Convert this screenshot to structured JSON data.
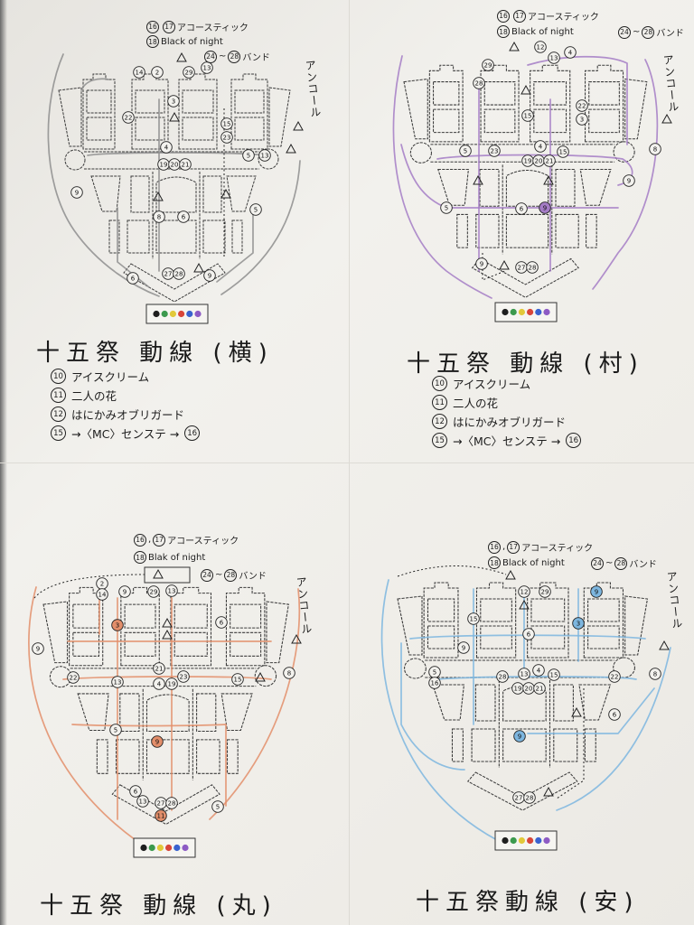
{
  "member_colors": [
    "#1f1f1f",
    "#3c9a4e",
    "#e2c93a",
    "#d8463a",
    "#3a62cf",
    "#8d5bc4"
  ],
  "panels": [
    {
      "route_color": "#8e8e8e",
      "header": {
        "acoustic": {
          "nums": [
            "16",
            "17"
          ],
          "sep": "",
          "text": "アコースティック"
        },
        "bon": {
          "num": "18",
          "text": "Black of night"
        },
        "band": {
          "from": "24",
          "tilde": "~",
          "to": "28",
          "text": "バンド"
        }
      },
      "encore": "アンコール",
      "title": "十五祭 動線 (横)",
      "legend": [
        {
          "num": "10",
          "text": "アイスクリーム"
        },
        {
          "num": "11",
          "text": "二人の花"
        },
        {
          "num": "12",
          "text": "はにかみオブリガード"
        },
        {
          "num": "15",
          "text": "→〈MC〉センステ →",
          "end_num": "16"
        }
      ],
      "markers": [
        "14",
        "2",
        "29",
        "13",
        "3",
        "22",
        "15",
        "23",
        "4",
        "5",
        "13",
        "19",
        "20",
        "21",
        "9",
        "8",
        "6",
        "5",
        "6",
        "27",
        "28",
        "9"
      ]
    },
    {
      "route_color": "#a57cc6",
      "header": {
        "acoustic": {
          "nums": [
            "16",
            "17"
          ],
          "sep": "",
          "text": "アコースティック"
        },
        "bon": {
          "num": "18",
          "text": "Black of night"
        },
        "band": {
          "from": "24",
          "tilde": "~",
          "to": "28",
          "text": "バンド"
        }
      },
      "encore": "アンコール",
      "title": "十五祭 動線 (村)",
      "legend": [
        {
          "num": "10",
          "text": "アイスクリーム"
        },
        {
          "num": "11",
          "text": "二人の花"
        },
        {
          "num": "12",
          "text": "はにかみオブリガード"
        },
        {
          "num": "15",
          "text": "→〈MC〉センステ →",
          "end_num": "16"
        }
      ],
      "markers": [
        "12",
        "13",
        "4",
        "29",
        "28",
        "15",
        "22",
        "3",
        "5",
        "23",
        "4",
        "15",
        "19",
        "20",
        "21",
        "8",
        "9",
        "5",
        "6",
        "9",
        "9",
        "27",
        "28"
      ]
    },
    {
      "route_color": "#e38e6a",
      "header": {
        "acoustic": {
          "nums": [
            "16",
            "17"
          ],
          "sep": ",",
          "text": "アコースティック"
        },
        "bon": {
          "num": "18",
          "text": "Blak of night"
        },
        "band": {
          "from": "24",
          "tilde": "~",
          "to": "28",
          "text": "バンド"
        }
      },
      "encore": "アンコール",
      "title": "十五祭 動線 (丸)",
      "markers": [
        "2",
        "14",
        "9",
        "29",
        "13",
        "3",
        "6",
        "9",
        "8",
        "22",
        "13",
        "21",
        "4",
        "19",
        "23",
        "15",
        "5",
        "9",
        "6",
        "13",
        "27",
        "28",
        "11",
        "5"
      ]
    },
    {
      "route_color": "#7db6df",
      "header": {
        "acoustic": {
          "nums": [
            "16",
            "17"
          ],
          "sep": ",",
          "text": "アコースティック"
        },
        "bon": {
          "num": "18",
          "text": "Black of night"
        },
        "band": {
          "from": "24",
          "tilde": "~",
          "to": "28",
          "text": "バンド"
        }
      },
      "encore": "アンコール",
      "title": "十五祭動線 (安)",
      "markers": [
        "12",
        "29",
        "9",
        "6",
        "3",
        "15",
        "9",
        "5",
        "16",
        "28",
        "13",
        "4",
        "19",
        "20",
        "21",
        "15",
        "22",
        "6",
        "8",
        "9",
        "27",
        "28"
      ]
    }
  ]
}
